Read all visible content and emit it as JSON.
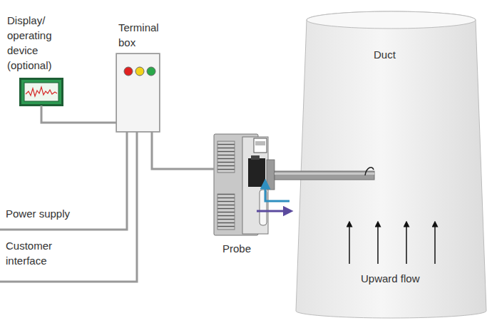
{
  "diagram": {
    "nodes": [
      {
        "text": [
          "Display/ operating device (optional)"
        ]
      },
      {
        "text": [
          "Terminal box"
        ]
      },
      {
        "text": [
          "Probe"
        ]
      },
      {
        "text": [
          "Duct",
          "Upward flow"
        ]
      }
    ],
    "edges": [
      {
        "from": 0,
        "to": 1,
        "arrow": "none"
      },
      {
        "from": 1,
        "to": 2,
        "arrow": "none"
      }
    ],
    "labels": [
      "Power supply",
      "Customer interface"
    ]
  }
}
